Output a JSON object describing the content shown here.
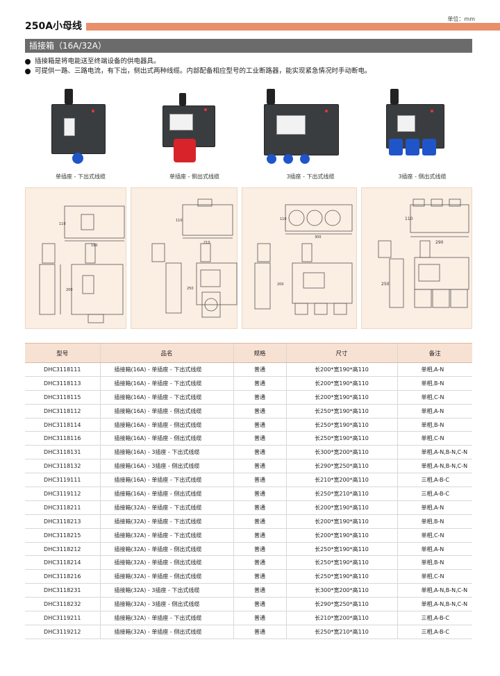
{
  "header": {
    "unit": "单位：mm",
    "title": "250A小母线",
    "accent_color": "#e8906a"
  },
  "section": {
    "title": "插接箱（16A/32A）",
    "bar_color": "#6b6b6b"
  },
  "bullets": [
    "插接箱是将电能送至终端设备的供电器具。",
    "可提供一路、三路电流，有下出，侧出式两种线缆。内部配备相应型号的工业断路器，能实现紧急情况时手动断电。"
  ],
  "products": [
    {
      "caption": "单插座 - 下出式线缆"
    },
    {
      "caption": "单插座 - 侧出式线缆"
    },
    {
      "caption": "3插座 - 下出式线缆"
    },
    {
      "caption": "3插座 - 侧出式线缆"
    }
  ],
  "drawings": [
    {
      "dims": [
        "110",
        "190",
        "200"
      ]
    },
    {
      "dims": [
        "110",
        "210",
        "250"
      ]
    },
    {
      "dims": [
        "110",
        "300",
        "200"
      ]
    },
    {
      "dims": [
        "110",
        "290",
        "250"
      ]
    }
  ],
  "table": {
    "headers": [
      "型号",
      "品名",
      "规格",
      "尺寸",
      "备注"
    ],
    "rows": [
      [
        "DHC3118111",
        "插接箱(16A) - 单插座 - 下出式线缆",
        "普通",
        "长200*宽190*高110",
        "单相,A-N"
      ],
      [
        "DHC3118113",
        "插接箱(16A) - 单插座 - 下出式线缆",
        "普通",
        "长200*宽190*高110",
        "单相,B-N"
      ],
      [
        "DHC3118115",
        "插接箱(16A) - 单插座 - 下出式线缆",
        "普通",
        "长200*宽190*高110",
        "单相,C-N"
      ],
      [
        "DHC3118112",
        "插接箱(16A) - 单插座 - 侧出式线缆",
        "普通",
        "长250*宽190*高110",
        "单相,A-N"
      ],
      [
        "DHC3118114",
        "插接箱(16A) - 单插座 - 侧出式线缆",
        "普通",
        "长250*宽190*高110",
        "单相,B-N"
      ],
      [
        "DHC3118116",
        "插接箱(16A) - 单插座 - 侧出式线缆",
        "普通",
        "长250*宽190*高110",
        "单相,C-N"
      ],
      [
        "DHC3118131",
        "插接箱(16A) - 3插座 - 下出式线缆",
        "普通",
        "长300*宽200*高110",
        "单相,A-N,B-N,C-N"
      ],
      [
        "DHC3118132",
        "插接箱(16A) - 3插座 - 侧出式线缆",
        "普通",
        "长290*宽250*高110",
        "单相,A-N,B-N,C-N"
      ],
      [
        "DHC3119111",
        "插接箱(16A) - 单插座 - 下出式线缆",
        "普通",
        "长210*宽200*高110",
        "三相,A-B-C"
      ],
      [
        "DHC3119112",
        "插接箱(16A) - 单插座 - 侧出式线缆",
        "普通",
        "长250*宽210*高110",
        "三相,A-B-C"
      ],
      [
        "DHC3118211",
        "插接箱(32A) - 单插座 - 下出式线缆",
        "普通",
        "长200*宽190*高110",
        "单相,A-N"
      ],
      [
        "DHC3118213",
        "插接箱(32A) - 单插座 - 下出式线缆",
        "普通",
        "长200*宽190*高110",
        "单相,B-N"
      ],
      [
        "DHC3118215",
        "插接箱(32A) - 单插座 - 下出式线缆",
        "普通",
        "长200*宽190*高110",
        "单相,C-N"
      ],
      [
        "DHC3118212",
        "插接箱(32A) - 单插座 - 侧出式线缆",
        "普通",
        "长250*宽190*高110",
        "单相,A-N"
      ],
      [
        "DHC3118214",
        "插接箱(32A) - 单插座 - 侧出式线缆",
        "普通",
        "长250*宽190*高110",
        "单相,B-N"
      ],
      [
        "DHC3118216",
        "插接箱(32A) - 单插座 - 侧出式线缆",
        "普通",
        "长250*宽190*高110",
        "单相,C-N"
      ],
      [
        "DHC3118231",
        "插接箱(32A) - 3插座 - 下出式线缆",
        "普通",
        "长300*宽200*高110",
        "单相,A-N,B-N,C-N"
      ],
      [
        "DHC3118232",
        "插接箱(32A) - 3插座 - 侧出式线缆",
        "普通",
        "长290*宽250*高110",
        "单相,A-N,B-N,C-N"
      ],
      [
        "DHC3119211",
        "插接箱(32A) - 单插座 - 下出式线缆",
        "普通",
        "长210*宽200*高110",
        "三相,A-B-C"
      ],
      [
        "DHC3119212",
        "插接箱(32A) - 单插座 - 侧出式线缆",
        "普通",
        "长250*宽210*高110",
        "三相,A-B-C"
      ]
    ]
  }
}
